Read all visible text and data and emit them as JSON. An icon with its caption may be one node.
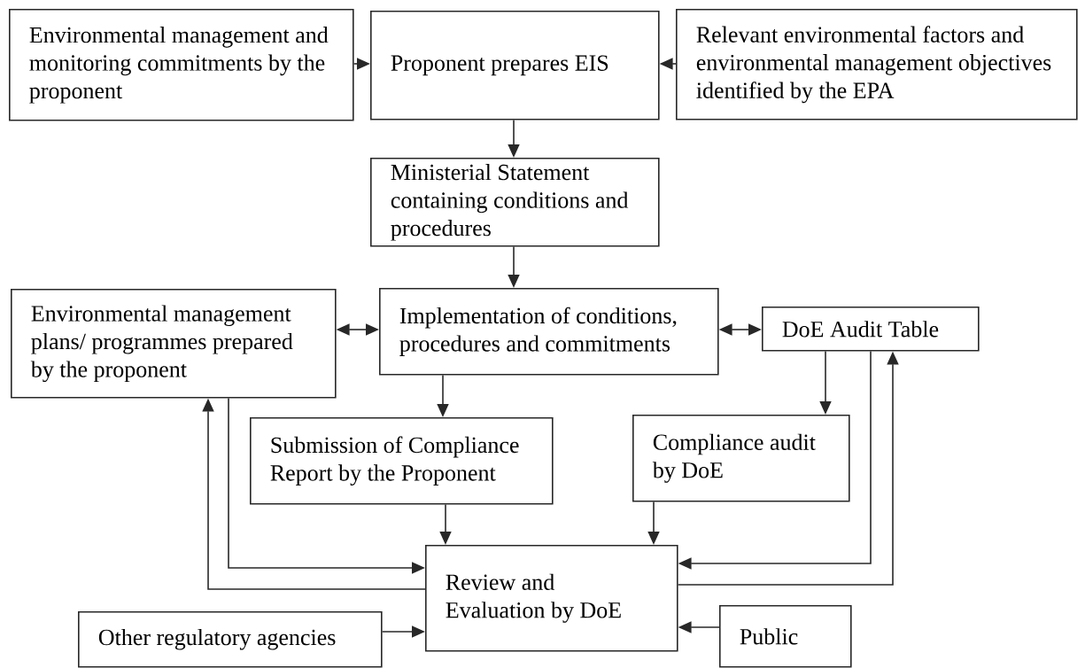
{
  "diagram": {
    "nodes": [
      {
        "text": [
          "Environmental management and monitoring commitments by the proponent"
        ]
      },
      {
        "text": [
          "Proponent prepares EIS"
        ]
      },
      {
        "text": [
          "Relevant environmental factors and environmental management objectives identified by the EPA"
        ]
      },
      {
        "text": [
          "Ministerial Statement containing conditions and procedures"
        ]
      },
      {
        "text": [
          "Environmental management plans/ programmes prepared by the proponent"
        ]
      },
      {
        "text": [
          "Implementation of conditions, procedures and commitments"
        ]
      },
      {
        "text": [
          "DoE Audit Table"
        ]
      },
      {
        "text": [
          "Submission of Compliance Report by the Proponent"
        ]
      },
      {
        "text": [
          "Compliance audit by DoE"
        ]
      },
      {
        "text": [
          "Review and Evaluation by DoE"
        ]
      },
      {
        "text": [
          "Other regulatory agencies"
        ]
      },
      {
        "text": [
          "Public"
        ]
      }
    ],
    "edges": [
      {
        "from": 0,
        "to": 1,
        "arrow": "to"
      },
      {
        "from": 2,
        "to": 1,
        "arrow": "to"
      },
      {
        "from": 1,
        "to": 3,
        "arrow": "to"
      },
      {
        "from": 3,
        "to": 5,
        "arrow": "to"
      },
      {
        "from": 4,
        "to": 5,
        "arrow": "both"
      },
      {
        "from": 5,
        "to": 6,
        "arrow": "both"
      },
      {
        "from": 5,
        "to": 7,
        "arrow": "to"
      },
      {
        "from": 6,
        "to": 8,
        "arrow": "to"
      },
      {
        "from": 7,
        "to": 9,
        "arrow": "to"
      },
      {
        "from": 8,
        "to": 9,
        "arrow": "to"
      },
      {
        "from": 4,
        "to": 9,
        "arrow": "to"
      },
      {
        "from": 9,
        "to": 4,
        "arrow": "to"
      },
      {
        "from": 6,
        "to": 9,
        "arrow": "to"
      },
      {
        "from": 9,
        "to": 6,
        "arrow": "to"
      },
      {
        "from": 10,
        "to": 9,
        "arrow": "to"
      },
      {
        "from": 11,
        "to": 9,
        "arrow": "to"
      }
    ]
  }
}
